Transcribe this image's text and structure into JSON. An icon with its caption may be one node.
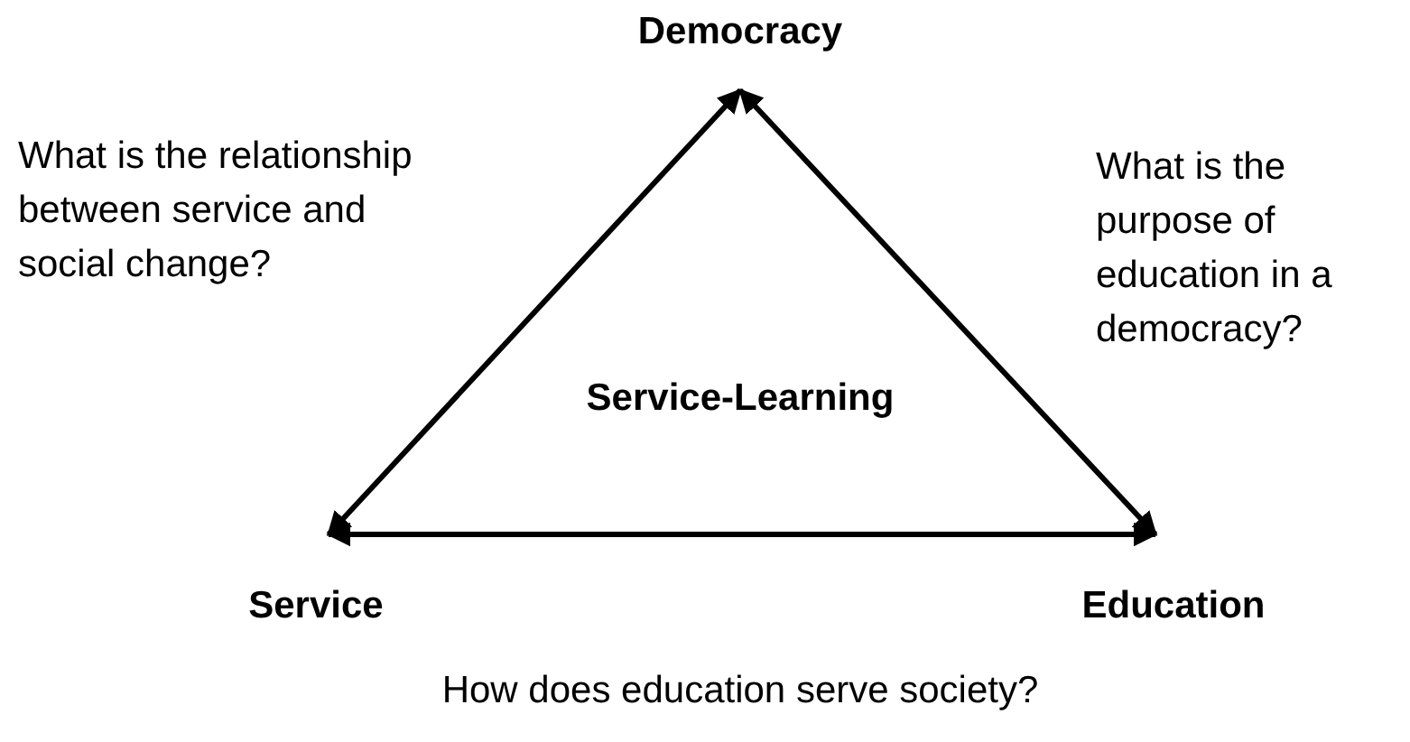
{
  "diagram": {
    "nodes": [
      {
        "text": [
          "Democracy"
        ]
      },
      {
        "text": [
          "Service"
        ]
      },
      {
        "text": [
          "Education"
        ]
      }
    ],
    "edges": [
      {
        "from": 1,
        "to": 0,
        "arrow": "both"
      },
      {
        "from": 0,
        "to": 2,
        "arrow": "both"
      },
      {
        "from": 1,
        "to": 2,
        "arrow": "both"
      }
    ],
    "labels": [
      "What is the relationship between service and social change?",
      "What is the purpose of education in a democracy?",
      "Service-Learning",
      "How does education serve society?"
    ]
  }
}
